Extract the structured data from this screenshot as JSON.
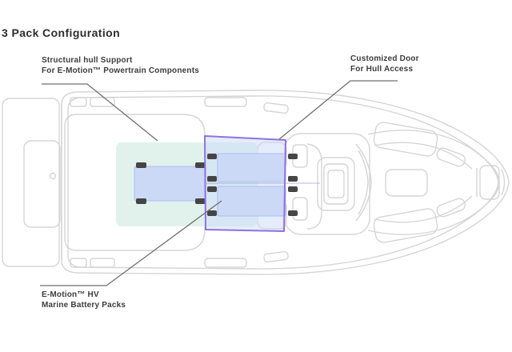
{
  "title": "3 Pack Configuration",
  "annotations": {
    "structural_support": {
      "line1": "Structural hull Support",
      "line2": "For E-Motion™ Powertrain Components"
    },
    "access_door": {
      "line1": "Customized Door",
      "line2": "For Hull Access"
    },
    "battery_packs": {
      "line1": "E-Motion™ HV",
      "line2": "Marine Battery Packs"
    }
  },
  "diagram": {
    "type": "boat-top-view",
    "battery_pack_count": 3,
    "regions": [
      {
        "name": "structural-support-region",
        "color_key": "teal_fill"
      },
      {
        "name": "access-door-region",
        "color_key": "door_stroke"
      },
      {
        "name": "battery-packs",
        "color_key": "pack_fill"
      }
    ]
  },
  "colors": {
    "background": "#ffffff",
    "hull_line": "#d5d5d5",
    "teal_fill": "#e1f2ec",
    "pack_fill": "#cbd9f7",
    "pack_stroke": "#aabff0",
    "door_stroke": "#8f72e3",
    "door_fill": "rgba(203,217,247,0.5)",
    "foot_fill": "#454545",
    "leader": "#6f6f6f",
    "centerline": "#93a4bd",
    "ink": "#3c3c3c",
    "title_ink": "#2d2d2d"
  }
}
